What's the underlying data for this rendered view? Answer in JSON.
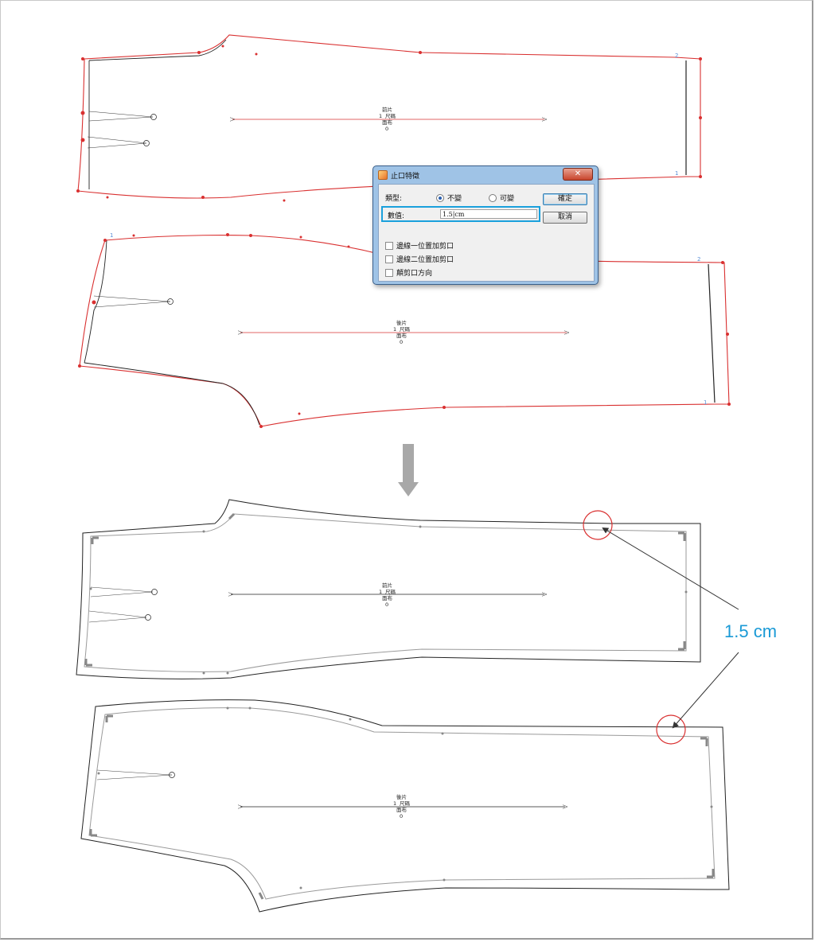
{
  "dialog": {
    "title": "止口特徵",
    "close_label": "✕",
    "type_label": "類型:",
    "option_fixed": "不變",
    "option_variable": "可變",
    "value_label": "數值:",
    "value": "1.5|cm",
    "ok_label": "確定",
    "cancel_label": "取消",
    "checkbox_edge1": "邊線一位置加剪口",
    "checkbox_edge2": "邊線二位置加剪口",
    "checkbox_reverse": "顛剪口方向"
  },
  "pieces": {
    "front_label": "前片",
    "back_label": "後片",
    "fabric_label": "面布",
    "size_label": "尺碼",
    "qty_one": "1",
    "qty_zero": "0",
    "corner_1": "1",
    "corner_2": "2"
  },
  "annotation": {
    "seam_allowance": "1.5 cm"
  },
  "colors": {
    "pattern_red": "#d93030",
    "annotation_blue": "#1a9ad6",
    "highlight_circle": "#d93030"
  }
}
